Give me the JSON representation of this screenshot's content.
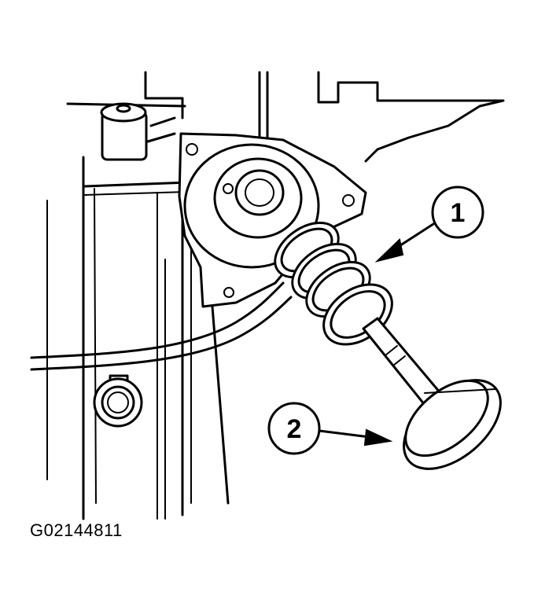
{
  "callouts": [
    {
      "label": "1"
    },
    {
      "label": "2"
    }
  ],
  "figure_id": "G02144811"
}
